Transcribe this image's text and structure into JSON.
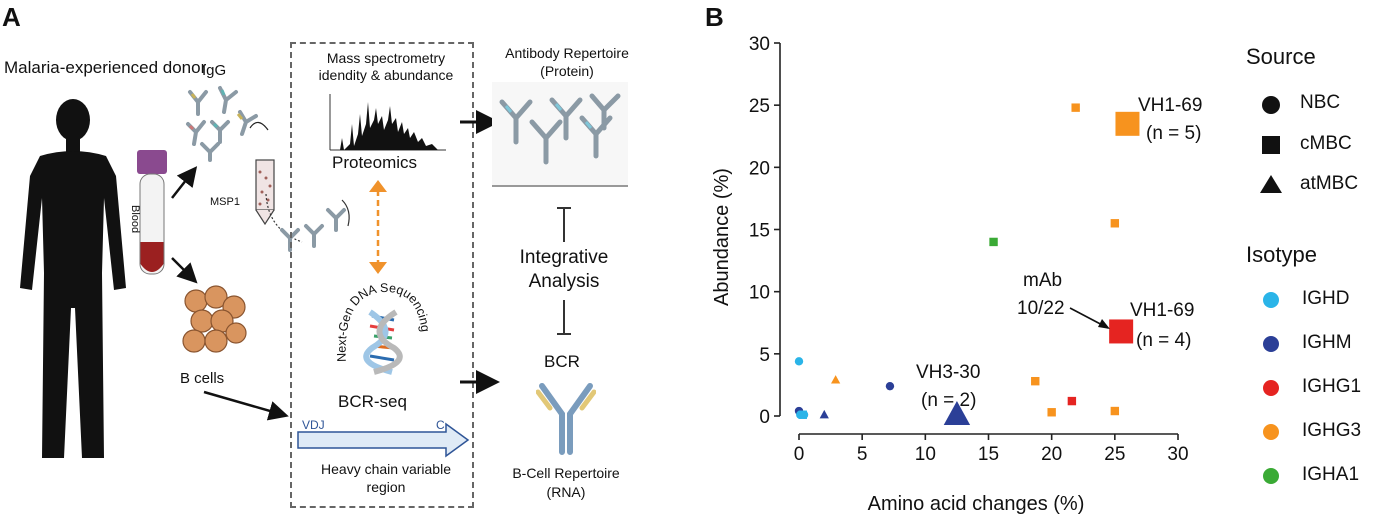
{
  "panel_a": {
    "label": "A",
    "donor_label": "Malaria-experienced donor",
    "blood_label": "Blood",
    "igg_label": "IgG",
    "msp1_label": "MSP1",
    "ms_title": "Mass spectrometry idendity & abundance",
    "proteomics_label": "Proteomics",
    "ngs_label": "Next-Gen DNA Sequencing",
    "bcrseq_label": "BCR-seq",
    "vdj_label": "VDJ",
    "c_label": "C",
    "heavy_chain_label": "Heavy chain variable region",
    "repertoire_protein_label": "Antibody Repertoire (Protein)",
    "integrative_label": "Integrative Analysis",
    "bcr_label": "BCR",
    "bcell_repertoire_label": "B-Cell Repertoire (RNA)",
    "bcells_label": "B cells",
    "colors": {
      "arrow_orange": "#f0922b",
      "helix_blue": "#9ec6e6",
      "antibody_gray": "#8b9aa5"
    }
  },
  "panel_b": {
    "label": "B",
    "annotations": [
      {
        "key": "vh169_top_name",
        "text": "VH1-69"
      },
      {
        "key": "vh169_top_n",
        "text": "(n = 5)"
      },
      {
        "key": "mab",
        "text": "mAb"
      },
      {
        "key": "mab_id",
        "text": "10/22"
      },
      {
        "key": "vh169_low_name",
        "text": "VH1-69"
      },
      {
        "key": "vh169_low_n",
        "text": "(n = 4)"
      },
      {
        "key": "vh330_name",
        "text": "VH3-30"
      },
      {
        "key": "vh330_n",
        "text": "(n = 2)"
      }
    ],
    "source_legend": {
      "title": "Source",
      "items": [
        {
          "label": "NBC",
          "shape": "circle"
        },
        {
          "label": "cMBC",
          "shape": "square"
        },
        {
          "label": "atMBC",
          "shape": "triangle"
        }
      ]
    },
    "isotype_legend": {
      "title": "Isotype",
      "items": [
        {
          "label": "IGHD",
          "color": "#2ab4e8"
        },
        {
          "label": "IGHM",
          "color": "#2b3f97"
        },
        {
          "label": "IGHG1",
          "color": "#e52421"
        },
        {
          "label": "IGHG3",
          "color": "#f7931e"
        },
        {
          "label": "IGHA1",
          "color": "#3aaa35"
        }
      ]
    }
  },
  "chart_data": {
    "type": "scatter",
    "xlabel": "Amino acid changes (%)",
    "ylabel": "Abundance (%)",
    "xlim": [
      0,
      30
    ],
    "ylim": [
      0,
      30
    ],
    "xticks": [
      "0",
      "5",
      "10",
      "15",
      "20",
      "25",
      "30"
    ],
    "yticks": [
      "0",
      "5",
      "10",
      "15",
      "20",
      "25",
      "30"
    ],
    "legend_position": "right",
    "points": [
      {
        "x": 0,
        "y": 4.4,
        "source": "NBC",
        "isotype": "IGHD",
        "big": false
      },
      {
        "x": 0,
        "y": 0.4,
        "source": "NBC",
        "isotype": "IGHM",
        "big": false
      },
      {
        "x": 0.1,
        "y": 0.1,
        "source": "NBC",
        "isotype": "IGHD",
        "big": false
      },
      {
        "x": 0.4,
        "y": 0.1,
        "source": "NBC",
        "isotype": "IGHD",
        "big": false
      },
      {
        "x": 7.2,
        "y": 2.4,
        "source": "NBC",
        "isotype": "IGHM",
        "big": false
      },
      {
        "x": 0.3,
        "y": 0.1,
        "source": "cMBC",
        "isotype": "IGHD",
        "big": false
      },
      {
        "x": 15.4,
        "y": 14.0,
        "source": "cMBC",
        "isotype": "IGHA1",
        "big": false
      },
      {
        "x": 18.7,
        "y": 2.8,
        "source": "cMBC",
        "isotype": "IGHG3",
        "big": false
      },
      {
        "x": 20.0,
        "y": 0.3,
        "source": "cMBC",
        "isotype": "IGHG3",
        "big": false
      },
      {
        "x": 21.6,
        "y": 1.2,
        "source": "cMBC",
        "isotype": "IGHG1",
        "big": false
      },
      {
        "x": 21.9,
        "y": 24.8,
        "source": "cMBC",
        "isotype": "IGHG3",
        "big": false
      },
      {
        "x": 25.0,
        "y": 15.5,
        "source": "cMBC",
        "isotype": "IGHG3",
        "big": false
      },
      {
        "x": 25.0,
        "y": 0.4,
        "source": "cMBC",
        "isotype": "IGHG3",
        "big": false
      },
      {
        "x": 26.0,
        "y": 23.5,
        "source": "cMBC",
        "isotype": "IGHG3",
        "big": true
      },
      {
        "x": 25.5,
        "y": 6.8,
        "source": "cMBC",
        "isotype": "IGHG1",
        "big": true
      },
      {
        "x": 2.9,
        "y": 2.9,
        "source": "atMBC",
        "isotype": "IGHG3",
        "big": false
      },
      {
        "x": 2.0,
        "y": 0.1,
        "source": "atMBC",
        "isotype": "IGHM",
        "big": false
      },
      {
        "x": 12.5,
        "y": 0.1,
        "source": "atMBC",
        "isotype": "IGHM",
        "big": true
      }
    ]
  }
}
